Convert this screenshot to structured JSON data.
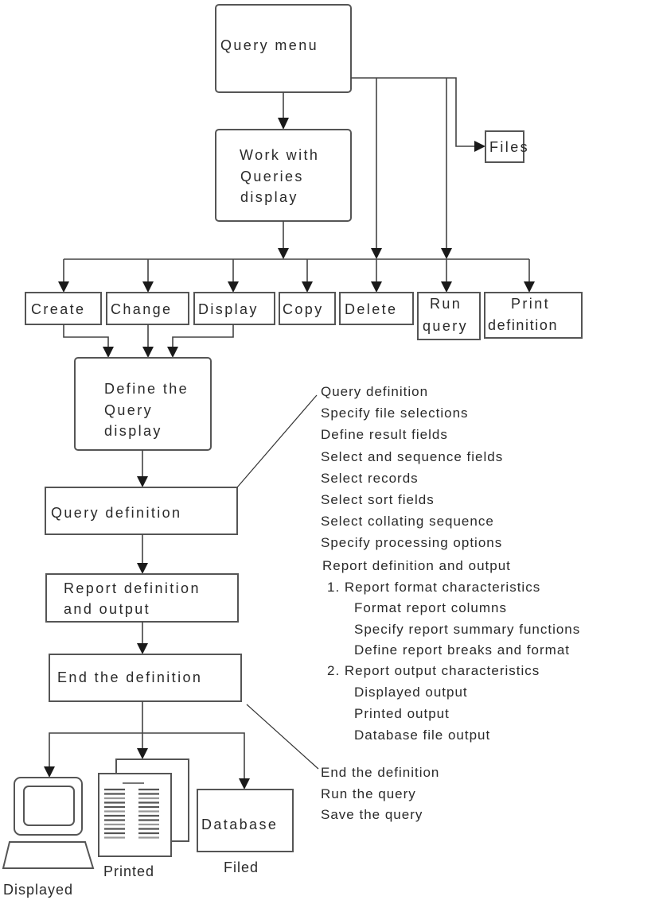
{
  "diagram": {
    "nodes": {
      "query_menu": "Query menu",
      "files": "Files",
      "work_with_queries": [
        "Work with",
        "Queries",
        "display"
      ],
      "create": "Create",
      "change": "Change",
      "display": "Display",
      "copy": "Copy",
      "delete": "Delete",
      "run_query": [
        "Run",
        "query"
      ],
      "print_definition": [
        "Print",
        "definition"
      ],
      "define_query": [
        "Define the",
        "Query",
        "display"
      ],
      "query_definition": "Query definition",
      "report_definition": [
        "Report definition",
        "and output"
      ],
      "end_definition": "End the definition",
      "database": "Database"
    },
    "outputs": {
      "displayed": "Displayed",
      "printed": "Printed",
      "filed": "Filed"
    },
    "notes": {
      "query_definition": [
        "Query definition",
        "Specify file selections",
        "Define result fields",
        "Select and sequence fields",
        "Select records",
        "Select sort fields",
        "Select collating sequence",
        "Specify processing options"
      ],
      "report_definition": [
        "Report definition and output",
        "1. Report format characteristics",
        "Format report columns",
        "Specify report summary functions",
        "Define report breaks and format",
        "2. Report output characteristics",
        "Displayed output",
        "Printed output",
        "Database file output"
      ],
      "end_definition": [
        "End the definition",
        "Run the query",
        "Save the query"
      ]
    },
    "icons": {
      "display_output": "computer-monitor-icon",
      "printed_output": "printed-pages-icon"
    }
  }
}
